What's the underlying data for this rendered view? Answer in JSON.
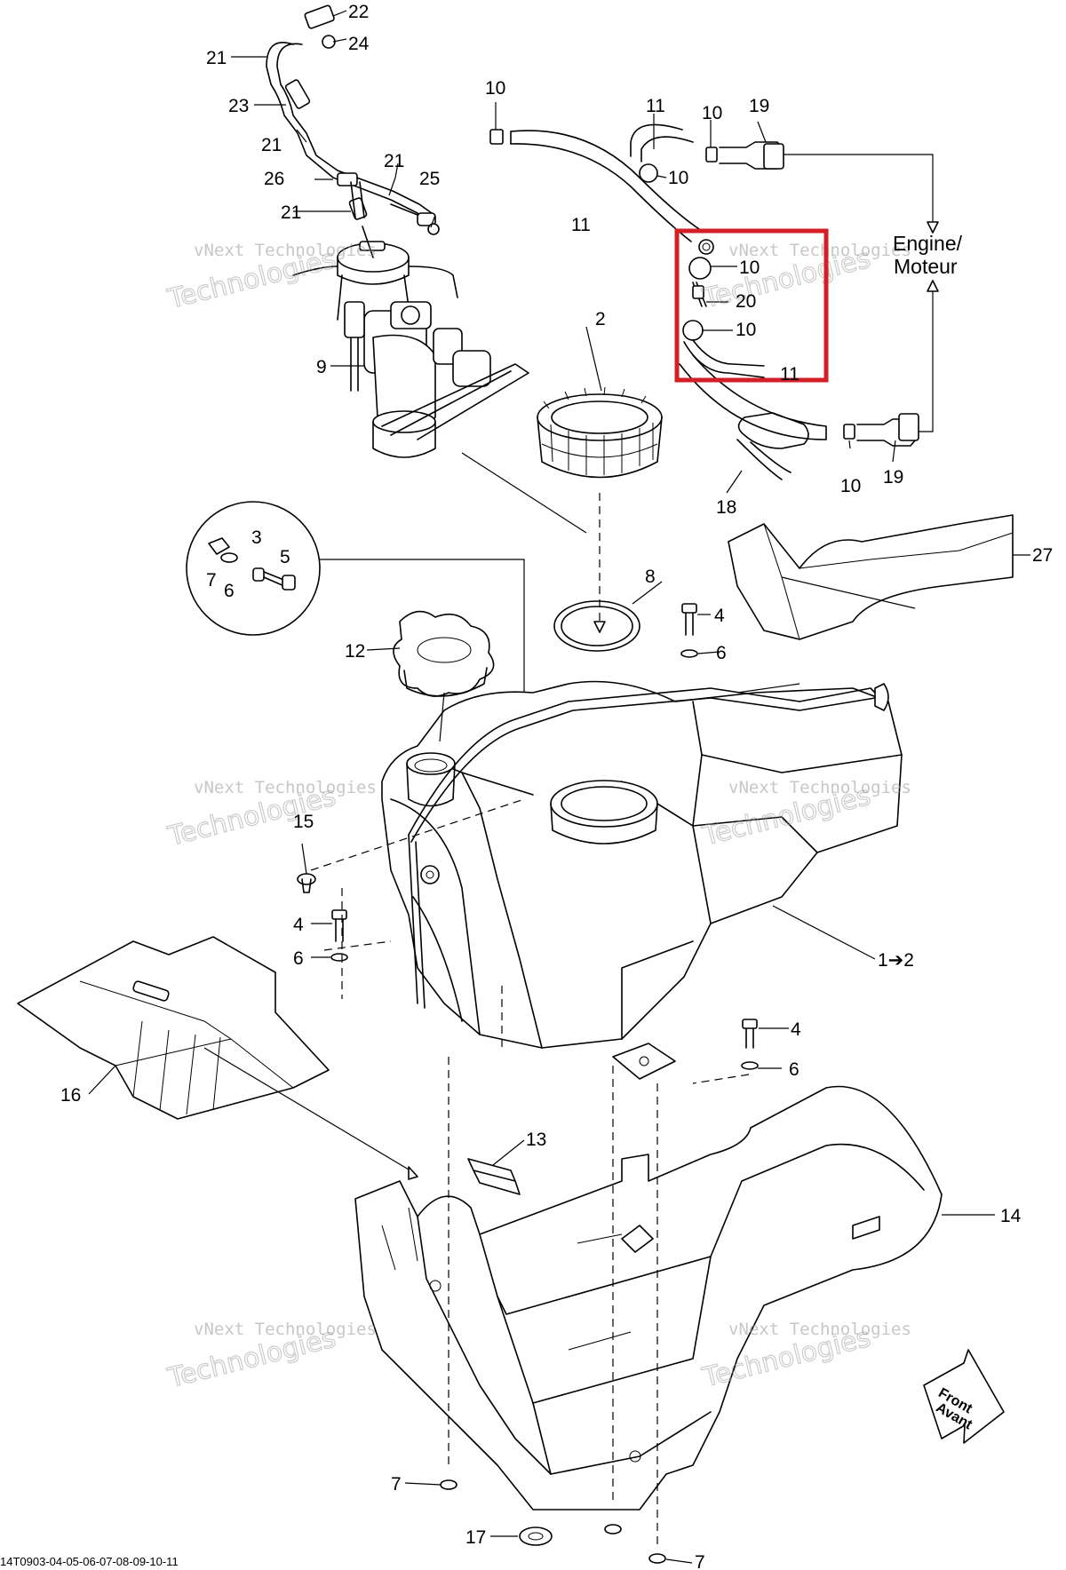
{
  "labels": {
    "l1": "1➔2",
    "l2": "2",
    "l3": "3",
    "l4": "4",
    "l5": "5",
    "l6": "6",
    "l7": "7",
    "l8": "8",
    "l9": "9",
    "l10": "10",
    "l11": "11",
    "l12": "12",
    "l13": "13",
    "l14": "14",
    "l15": "15",
    "l16": "16",
    "l17": "17",
    "l18": "18",
    "l19": "19",
    "l20": "20",
    "l21": "21",
    "l22": "22",
    "l23": "23",
    "l24": "24",
    "l25": "25",
    "l26": "26",
    "l27": "27"
  },
  "engine_label_line1": "Engine/",
  "engine_label_line2": "Moteur",
  "front_label_line1": "Front",
  "front_label_line2": "Avant",
  "watermark_line1": "vNext Technologies",
  "watermark_line2": "Technologies",
  "figure_code": "14T0903-04-05-06-07-08-09-10-11",
  "highlight_color": "#d31f26"
}
